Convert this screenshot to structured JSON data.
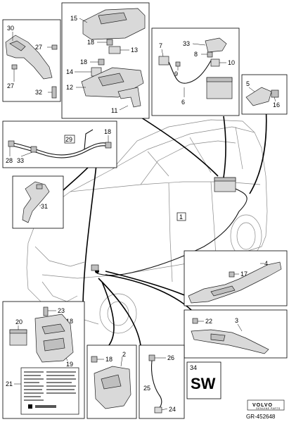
{
  "callouts": {
    "n1": "1",
    "n2": "2",
    "n3": "3",
    "n4": "4",
    "n5": "5",
    "n6": "6",
    "n7": "7",
    "n8": "8",
    "n9": "9",
    "n10": "10",
    "n11": "11",
    "n12": "12",
    "n13": "13",
    "n14": "14",
    "n15": "15",
    "n16": "16",
    "n17": "17",
    "n18": "18",
    "n19": "19",
    "n20": "20",
    "n21": "21",
    "n22": "22",
    "n23": "23",
    "n24": "24",
    "n25": "25",
    "n26": "26",
    "n27": "27",
    "n28": "28",
    "n29": "29",
    "n30": "30",
    "n31": "31",
    "n32": "32",
    "n33": "33",
    "n34": "34"
  },
  "sw_label": "SW",
  "brand": {
    "name": "VOLVO",
    "tagline": "GENUINE PARTS"
  },
  "reference": "GR-452648",
  "colors": {
    "line": "#000000",
    "part_fill": "#d9d9d9",
    "car_line": "#888888"
  }
}
